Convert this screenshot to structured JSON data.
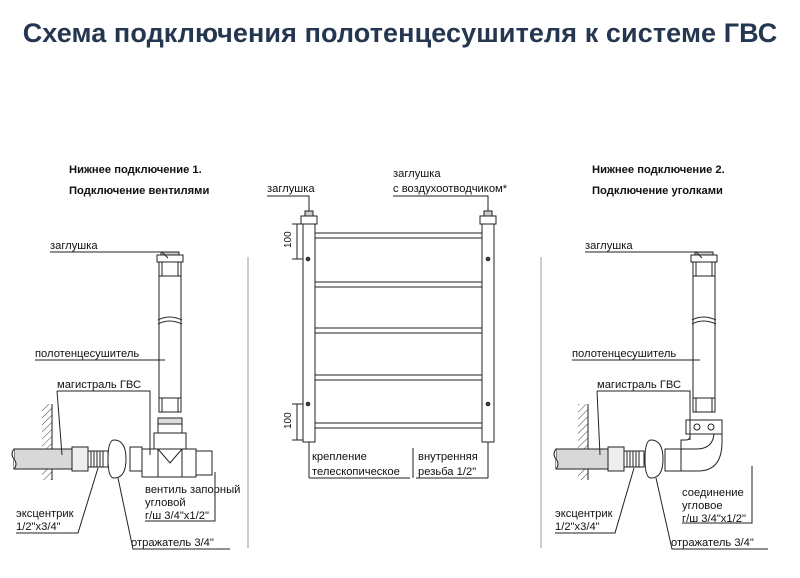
{
  "title": "Схема подключения полотенцесушителя к системе ГВС",
  "left": {
    "heading1": "Нижнее подключение 1.",
    "heading2": "Подключение вентилями",
    "plug": "заглушка",
    "dryer": "полотенцесушитель",
    "main_line": "магистраль ГВС",
    "eccentric_1": "эксцентрик",
    "eccentric_2": "1/2\"x3/4\"",
    "valve_1": "вентиль запорный",
    "valve_2": "угловой",
    "valve_3": "г/ш 3/4\"x1/2\"",
    "reflector": "отражатель 3/4\""
  },
  "center": {
    "plug": "заглушка",
    "plug_air_1": "заглушка",
    "plug_air_2": "с воздухоотводчиком*",
    "dim_top": "100",
    "dim_bottom": "100",
    "mount_1": "крепление",
    "mount_2": "телескопическое",
    "thread_1": "внутренняя",
    "thread_2": "резьба 1/2\""
  },
  "right": {
    "heading1": "Нижнее подключение 2.",
    "heading2": "Подключение уголками",
    "plug": "заглушка",
    "dryer": "полотенцесушитель",
    "main_line": "магистраль ГВС",
    "eccentric_1": "эксцентрик",
    "eccentric_2": "1/2\"x3/4\"",
    "connector_1": "соединение",
    "connector_2": "угловое",
    "connector_3": "г/ш 3/4\"x1/2\"",
    "reflector": "отражатель 3/4\""
  }
}
